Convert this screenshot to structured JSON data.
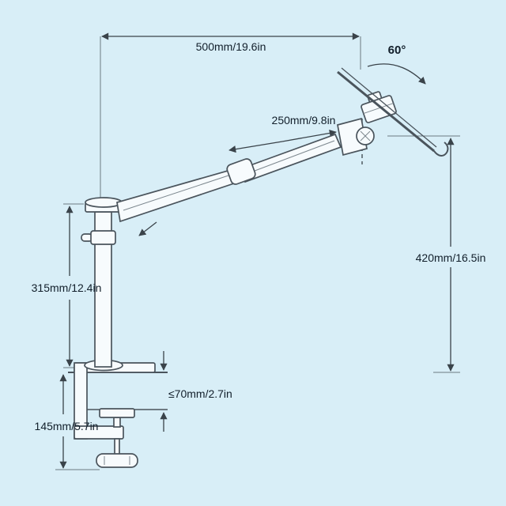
{
  "diagram": {
    "title": "monitor-arm-desk-clamp-dimensions",
    "bg_color": "#d8eef7",
    "line_color": "#3a434a",
    "text_color": "#121f2b",
    "dimensions": {
      "top_width": "500mm/19.6in",
      "tilt_angle": "60°",
      "arm_length": "250mm/9.8in",
      "right_height": "420mm/16.5in",
      "pole_height": "315mm/12.4in",
      "clamp_opening": "≤70mm/2.7in",
      "clamp_height": "145mm/5.7in"
    }
  }
}
